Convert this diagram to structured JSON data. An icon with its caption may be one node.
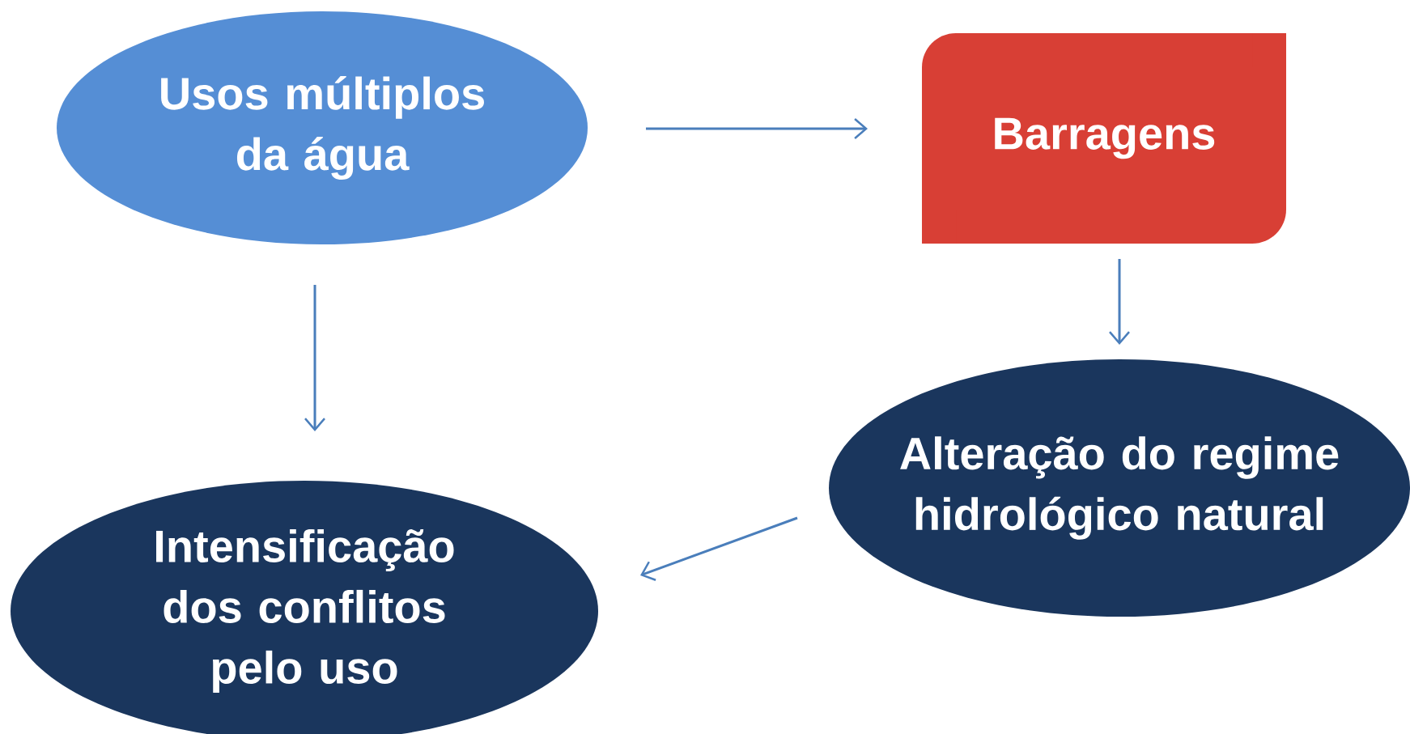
{
  "diagram": {
    "nodes": [
      {
        "text": [
          "Usos múltiplos da água"
        ]
      },
      {
        "text": [
          "Barragens"
        ]
      },
      {
        "text": [
          "Alteração do regime hidrológico natural"
        ]
      },
      {
        "text": [
          "Intensificação dos conflitos pelo uso"
        ]
      }
    ],
    "edges": [
      {
        "from": 0,
        "to": 1,
        "arrow": "to"
      },
      {
        "from": 1,
        "to": 2,
        "arrow": "to"
      },
      {
        "from": 0,
        "to": 3,
        "arrow": "to"
      },
      {
        "from": 2,
        "to": 3,
        "arrow": "to"
      }
    ]
  }
}
